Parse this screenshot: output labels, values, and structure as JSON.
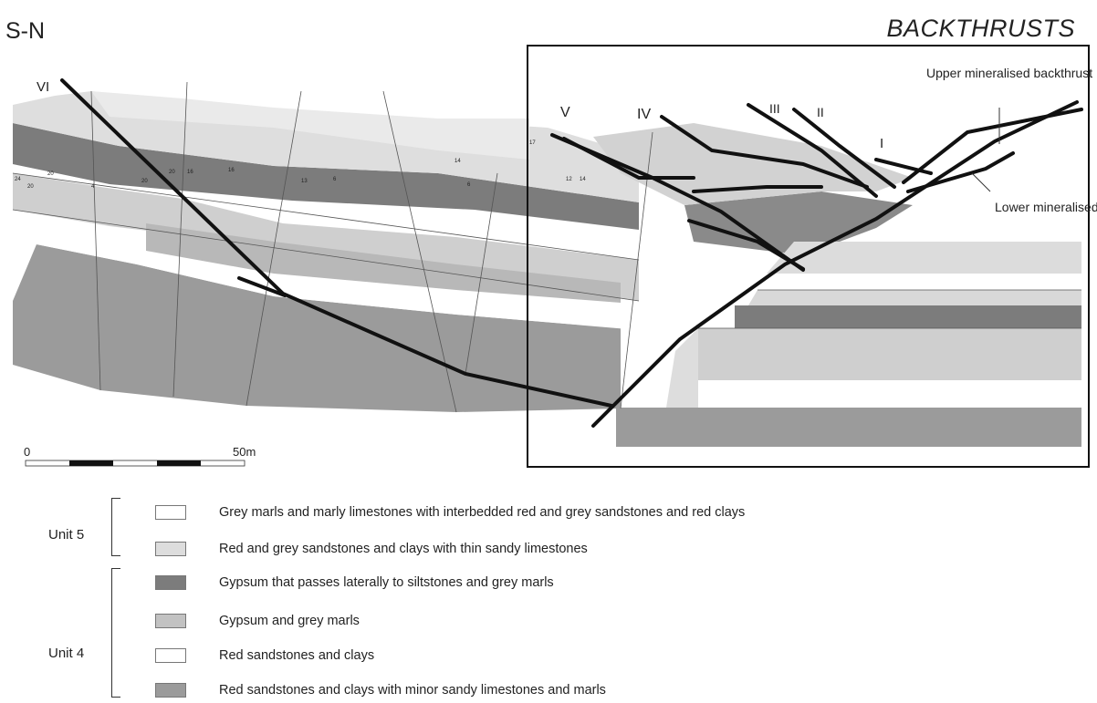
{
  "header": {
    "orientation": "S-N",
    "title": "BACKTHRUSTS"
  },
  "section": {
    "thrust_labels": [
      "VI",
      "V",
      "IV",
      "III",
      "II",
      "I"
    ],
    "callouts": {
      "upper": "Upper mineralised backthrust",
      "lower": "Lower mineralised backthrust"
    },
    "dip_values": [
      "24",
      "20",
      "20",
      "4",
      "20",
      "20",
      "16",
      "16",
      "13",
      "6",
      "14",
      "6",
      "12",
      "14",
      "17"
    ],
    "scale_bar": {
      "start": "0",
      "end": "50m"
    }
  },
  "legend": {
    "units": [
      {
        "label": "Unit 5"
      },
      {
        "label": "Unit 4"
      }
    ],
    "items": [
      {
        "text": "Grey marls and marly limestones with interbedded red and grey sandstones and red clays",
        "color": "#ffffff"
      },
      {
        "text": "Red and grey sandstones and clays with thin sandy limestones",
        "color": "#dddddd"
      },
      {
        "text": "Gypsum that passes laterally to siltstones and grey marls",
        "color": "#7c7c7c"
      },
      {
        "text": "Gypsum and grey marls",
        "color": "#c2c2c2"
      },
      {
        "text": "Red sandstones and clays",
        "color": "#ffffff"
      },
      {
        "text": "Red sandstones and clays with minor sandy limestones and marls",
        "color": "#9b9b9b"
      }
    ]
  }
}
